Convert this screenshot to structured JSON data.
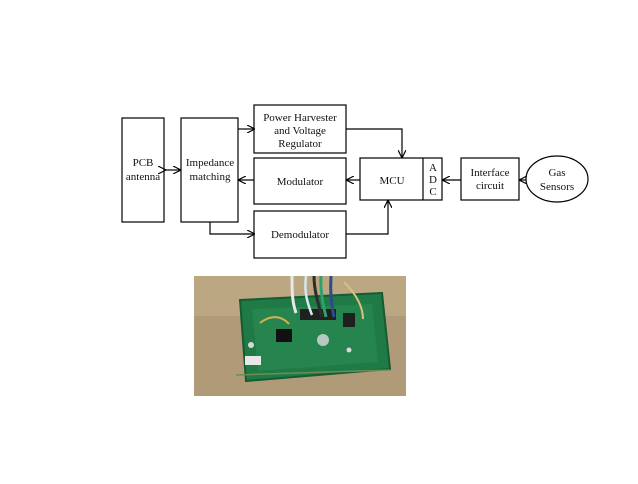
{
  "diagram": {
    "nodes": {
      "pcb_antenna": {
        "lines": [
          "PCB",
          "antenna"
        ]
      },
      "impedance_matching": {
        "lines": [
          "Impedance",
          "matching"
        ]
      },
      "power_harvester": {
        "lines": [
          "Power Harvester",
          "and Voltage",
          "Regulator"
        ]
      },
      "modulator": {
        "lines": [
          "Modulator"
        ]
      },
      "demodulator": {
        "lines": [
          "Demodulator"
        ]
      },
      "mcu": {
        "lines": [
          "MCU"
        ]
      },
      "adc": {
        "lines": [
          "A",
          "D",
          "C"
        ]
      },
      "interface_circuit": {
        "lines": [
          "Interface",
          "circuit"
        ]
      },
      "gas_sensors": {
        "lines": [
          "Gas",
          "Sensors"
        ]
      }
    },
    "edges": [
      {
        "from": "pcb_antenna",
        "to": "impedance_matching",
        "bidirectional": true
      },
      {
        "from": "impedance_matching",
        "to": "power_harvester"
      },
      {
        "from": "modulator",
        "to": "impedance_matching"
      },
      {
        "from": "impedance_matching",
        "to": "demodulator"
      },
      {
        "from": "power_harvester",
        "to": "mcu"
      },
      {
        "from": "mcu",
        "to": "modulator"
      },
      {
        "from": "demodulator",
        "to": "mcu"
      },
      {
        "from": "interface_circuit",
        "to": "adc"
      },
      {
        "from": "gas_sensors",
        "to": "interface_circuit"
      }
    ]
  },
  "photo": {
    "subject": "green-pcb-board-photo"
  },
  "colors": {
    "line": "#000000",
    "box_fill": "#ffffff",
    "photo_background": "#b09a78",
    "pcb_green": "#1f7a45"
  }
}
